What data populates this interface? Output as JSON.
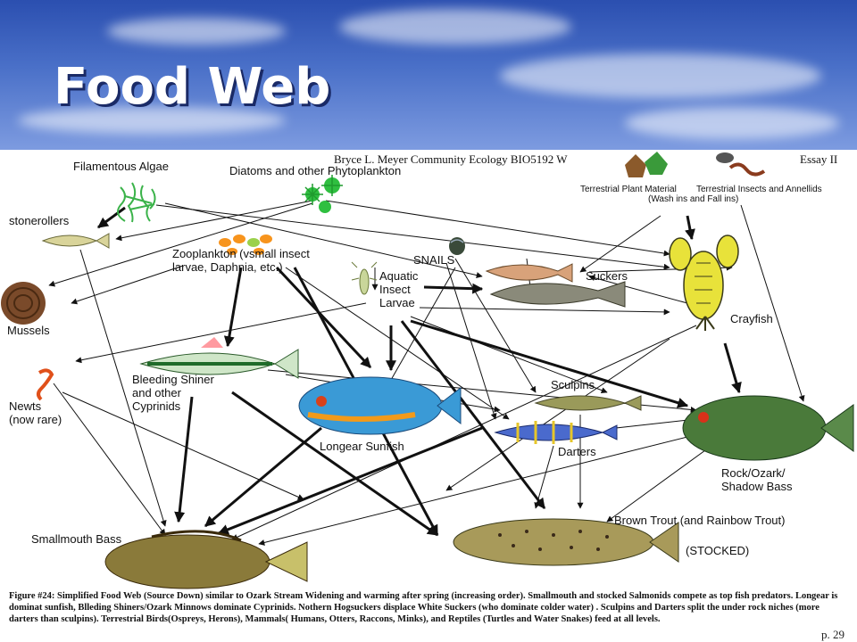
{
  "slide": {
    "title": "Food Web"
  },
  "header": {
    "author": "Bryce L. Meyer  Community Ecology BIO5192 W",
    "essay": "Essay II"
  },
  "nodes": {
    "filamentous_algae": "Filamentous Algae",
    "diatoms": "Diatoms and other Phytoplankton",
    "terrestrial_plant": "Terrestrial Plant Material",
    "terrestrial_insects": "Terrestrial Insects and Annellids",
    "wash_note": "(Wash ins and Fall ins)",
    "stonerollers": "stonerollers",
    "zooplankton": "Zooplankton (vsmall insect\nlarvae, Daphnia, etc.)",
    "snails": "SNAILS",
    "aquatic_insect": "Aquatic\nInsect\nLarvae",
    "suckers": "Suckers",
    "crayfish": "Crayfish",
    "mussels": "Mussels",
    "bleeding_shiner": "Bleeding Shiner\nand other\nCyprinids",
    "newts": "Newts\n(now rare)",
    "longear": "Longear Sunfish",
    "sculpins": "Sculpins",
    "darters": "Darters",
    "rock_bass": "Rock/Ozark/\nShadow Bass",
    "smallmouth": "Smallmouth  Bass",
    "brown_trout": "Brown Trout (and Rainbow Trout)",
    "stocked": "(STOCKED)"
  },
  "caption": "Figure #24: Simplified Food Web (Source Down) similar to Ozark Stream Widening and warming after spring (increasing order). Smallmouth and stocked Salmonids compete as top fish predators. Longear is dominat sunfish, Blleding Shiners/Ozark Minnows dominate Cyprinids. Nothern Hogsuckers displace White Suckers (who dominate colder water) .  Sculpins and Darters split the under rock niches (more darters than sculpins). Terrestrial Birds(Ospreys, Herons), Mammals( Humans, Otters, Raccons, Minks), and Reptiles (Turtles and Water Snakes) feed at all levels.",
  "page": "p. 29",
  "colors": {
    "sky": "#3a5fbf",
    "title_text": "#ffffff",
    "arrow": "#111111"
  },
  "icons": [
    "algae-icon",
    "phytoplankton-icon",
    "leaf-litter-icon",
    "insect-worm-icon",
    "zooplankton-icon",
    "snail-icon",
    "mussel-icon",
    "newt-icon",
    "aquatic-larva-icon",
    "crayfish-icon",
    "sucker-fish-icon",
    "stoneroller-fish-icon",
    "shiner-fish-icon",
    "sunfish-icon",
    "sculpin-icon",
    "darter-icon",
    "rock-bass-icon",
    "smallmouth-bass-icon",
    "brown-trout-icon"
  ]
}
